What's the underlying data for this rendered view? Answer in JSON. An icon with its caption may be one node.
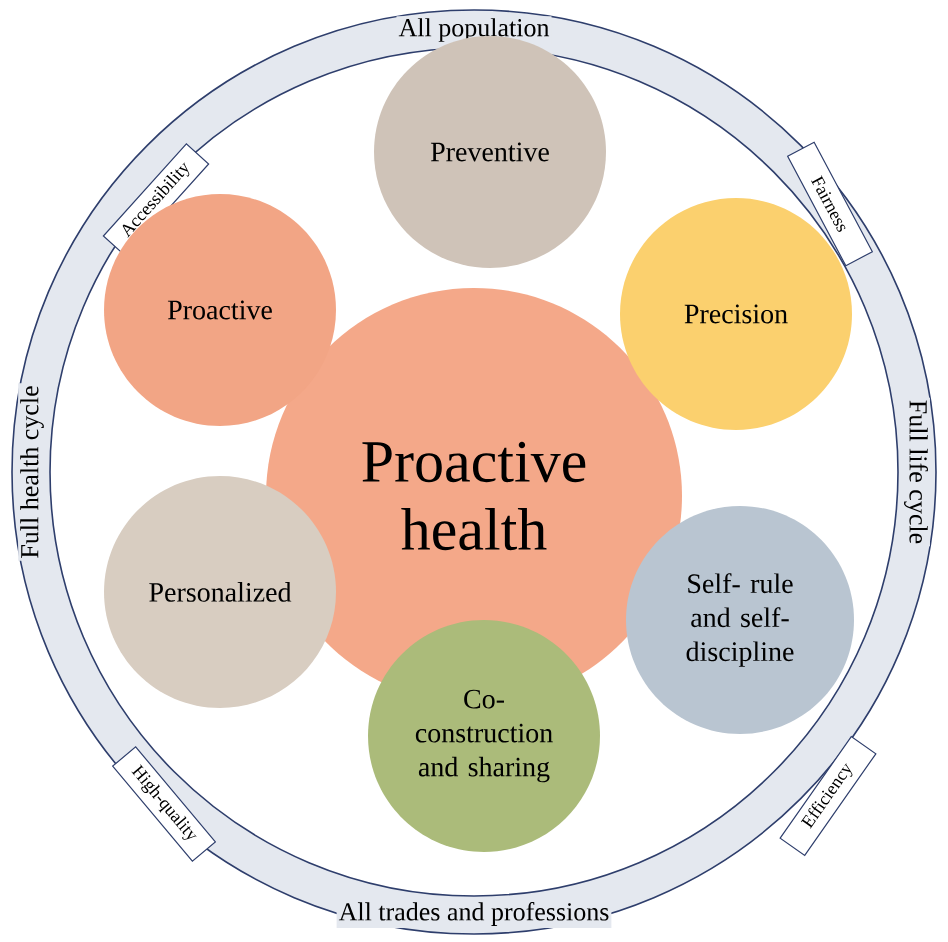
{
  "diagram": {
    "nodes": [
      {
        "text": [
          "All population",
          "Full life cycle",
          "All trades and professions",
          "Full health cycle"
        ]
      },
      {
        "text": [
          "Accessibility"
        ],
        "in": 0
      },
      {
        "text": [
          "Fairness"
        ],
        "in": 0
      },
      {
        "text": [
          "High-quality"
        ],
        "in": 0
      },
      {
        "text": [
          "Efficiency"
        ],
        "in": 0
      },
      {
        "text": [
          "Preventive"
        ],
        "in": 0
      },
      {
        "text": [
          "Proactive"
        ],
        "in": 0
      },
      {
        "text": [
          "Precision"
        ],
        "in": 0
      },
      {
        "text": [
          "Personalized"
        ],
        "in": 0
      },
      {
        "text": [
          "Self- rule and self- discipline"
        ],
        "in": 0
      },
      {
        "text": [
          "Co- construction and sharing"
        ],
        "in": 0
      },
      {
        "text": [
          "Proactive health"
        ],
        "in": 0
      }
    ]
  }
}
